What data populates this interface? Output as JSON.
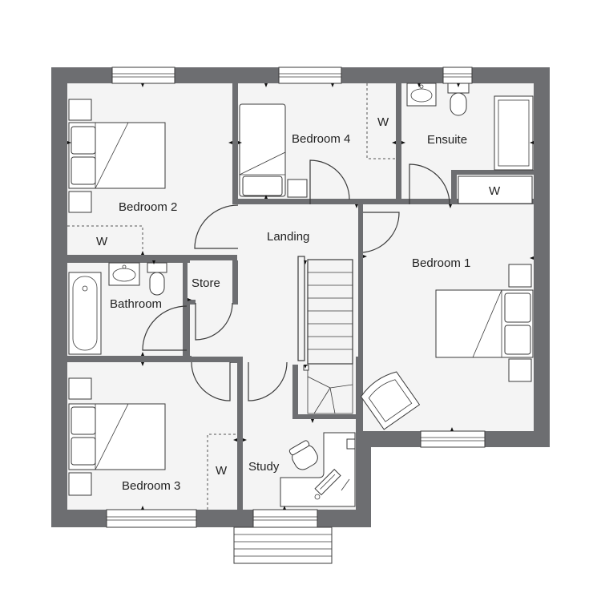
{
  "rooms": {
    "bedroom2": "Bedroom 2",
    "bedroom4": "Bedroom 4",
    "ensuite": "Ensuite",
    "landing": "Landing",
    "bedroom1": "Bedroom 1",
    "bathroom": "Bathroom",
    "store": "Store",
    "bedroom3": "Bedroom 3",
    "study": "Study"
  },
  "wardrobes": {
    "bed2": "W",
    "bed4": "W",
    "bed1": "W",
    "bed3": "W"
  },
  "colors": {
    "wall": "#6d6e71",
    "floor": "#f4f4f4",
    "line": "#3a3a3a"
  }
}
